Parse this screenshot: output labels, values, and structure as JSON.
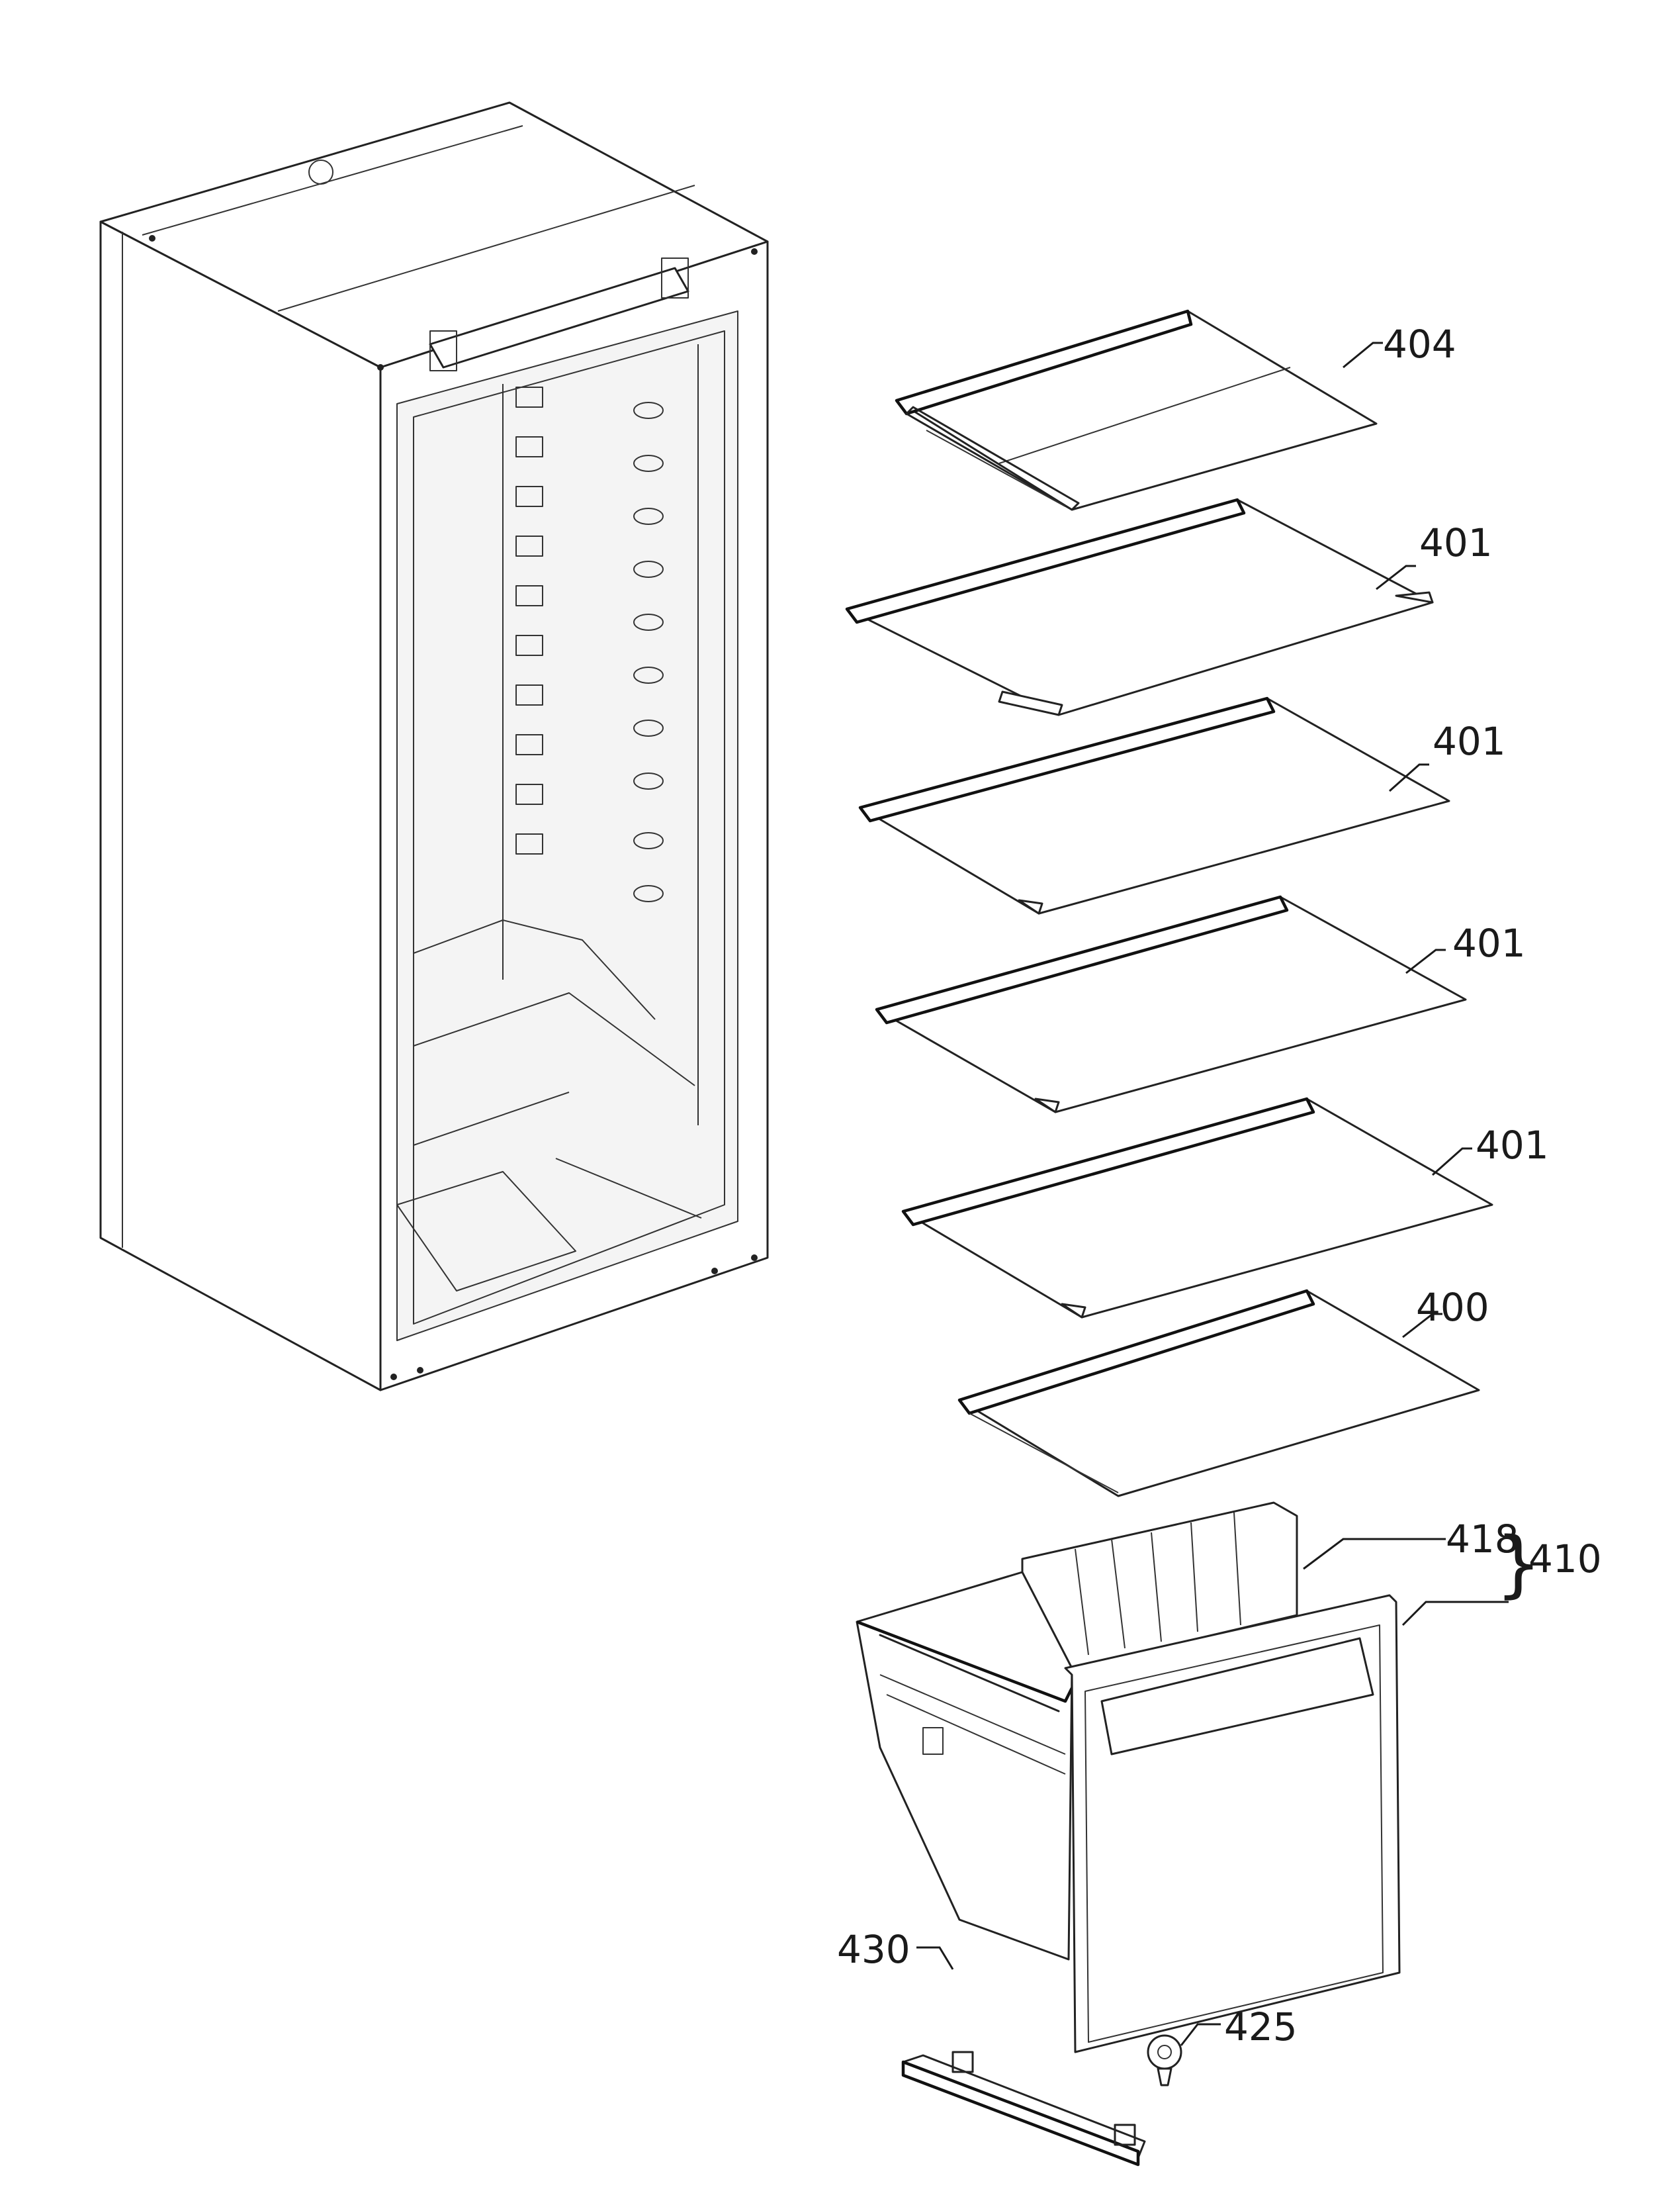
{
  "diagram": {
    "parts": [
      {
        "id": "cabinet",
        "label": ""
      },
      {
        "id": "shelf-top",
        "label": "404"
      },
      {
        "id": "shelf-1",
        "label": "401"
      },
      {
        "id": "shelf-2",
        "label": "401"
      },
      {
        "id": "shelf-3",
        "label": "401"
      },
      {
        "id": "shelf-4",
        "label": "401"
      },
      {
        "id": "shelf-bottom",
        "label": "400"
      },
      {
        "id": "crisper-divider",
        "label": "418"
      },
      {
        "id": "crisper-drawer",
        "label": "410"
      },
      {
        "id": "crisper-rail",
        "label": "430"
      },
      {
        "id": "rail-roller",
        "label": "425"
      }
    ],
    "brace": "}"
  }
}
